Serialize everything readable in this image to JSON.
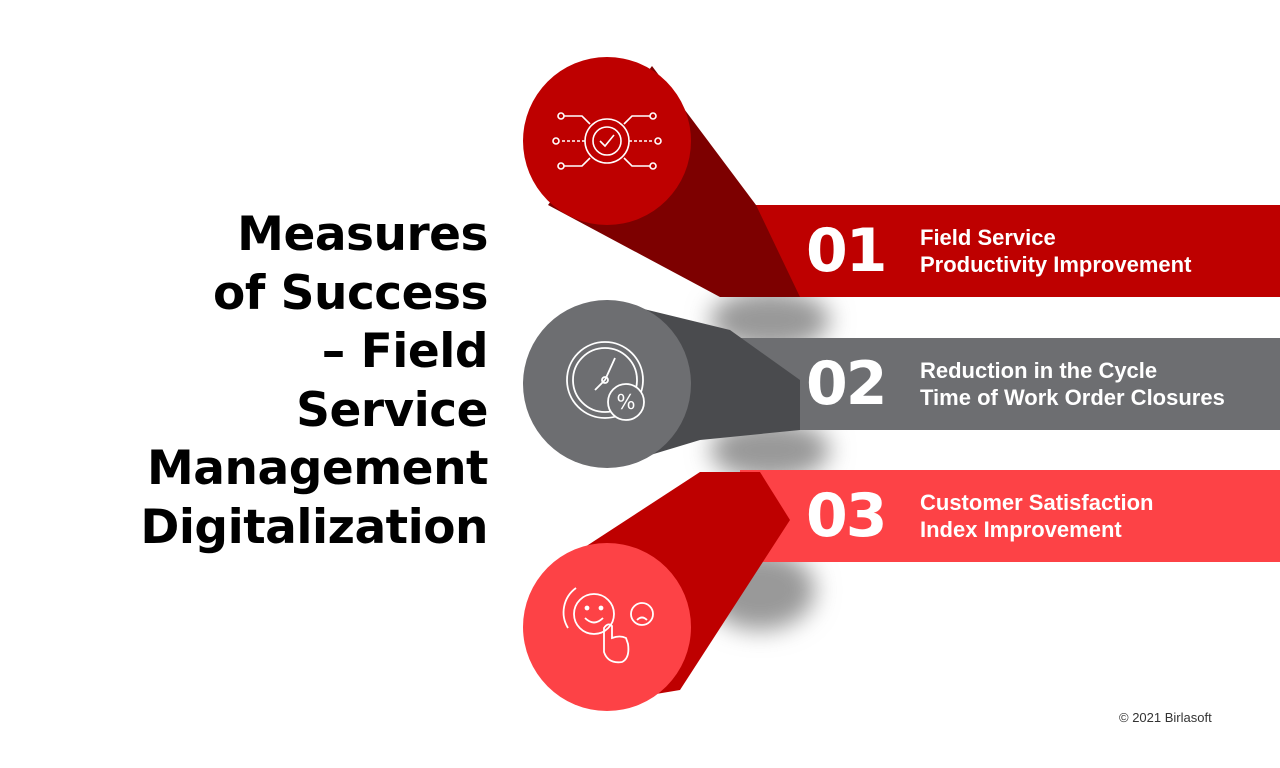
{
  "title_lines": [
    "Measures",
    "of Success",
    "– Field",
    "Service",
    "Management",
    "Digitalization"
  ],
  "items": [
    {
      "number": "01",
      "lines": [
        "Field Service",
        "Productivity Improvement"
      ],
      "icon": "gear-circuit-check-icon",
      "color": "#be0000"
    },
    {
      "number": "02",
      "lines": [
        "Reduction in the Cycle",
        "Time of Work Order Closures"
      ],
      "icon": "clock-percent-icon",
      "color": "#6d6e71"
    },
    {
      "number": "03",
      "lines": [
        "Customer Satisfaction",
        "Index Improvement"
      ],
      "icon": "smiley-feedback-icon",
      "color": "#fd4246"
    }
  ],
  "copyright": "© 2021 Birlasoft"
}
